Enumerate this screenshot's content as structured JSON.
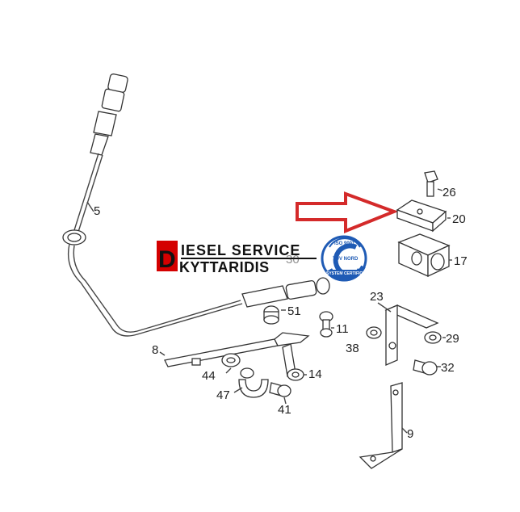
{
  "part_labels": {
    "p5": "5",
    "p26": "26",
    "p20": "20",
    "p17": "17",
    "p23": "23",
    "p51": "51",
    "p11": "11",
    "p29": "29",
    "p38": "38",
    "p8": "8",
    "p32": "32",
    "p44": "44",
    "p14": "14",
    "p47": "47",
    "p41": "41",
    "p9": "9",
    "p30": "30"
  },
  "watermark": {
    "initial": "D",
    "line1": "IESEL  SERVICE",
    "line2": "KYTTARIDIS",
    "cert_top": "ISO 9001",
    "cert_brand": "TÜV NORD",
    "cert_bottom": "SYSTEM CERTIFICATION"
  },
  "colors": {
    "arrow_red": "#d42a2a",
    "brand_red": "#d40000",
    "cert_blue": "#1f5bb5"
  }
}
